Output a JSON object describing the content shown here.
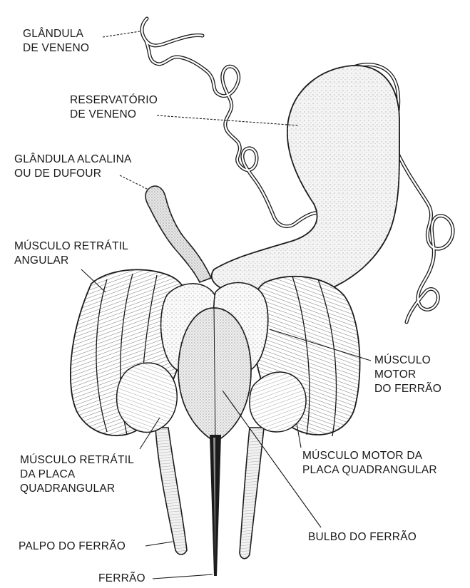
{
  "labels": {
    "glandula_veneno": [
      "GLÂNDULA",
      "DE VENENO"
    ],
    "reservatorio": [
      "RESERVATÓRIO",
      "DE VENENO"
    ],
    "glandula_alcalina": [
      "GLÂNDULA ALCALINA",
      "OU DE DUFOUR"
    ],
    "musculo_retratil_angular": [
      "MÚSCULO RETRÁTIL",
      "ANGULAR"
    ],
    "musculo_motor_ferrao": [
      "MÚSCULO",
      "MOTOR",
      "DO FERRÃO"
    ],
    "musculo_retratil_placa": [
      "MÚSCULO RETRÁTIL",
      "DA PLACA",
      "QUADRANGULAR"
    ],
    "musculo_motor_placa": [
      "MÚSCULO MOTOR DA",
      "PLACA QUADRANGULAR"
    ],
    "bulbo": [
      "BULBO DO FERRÃO"
    ],
    "palpo": [
      "PALPO DO FERRÃO"
    ],
    "ferrao": [
      "FERRÃO"
    ]
  },
  "colors": {
    "ink": "#1a1a1a",
    "fill": "#ededed",
    "stipple": "#9a9a9a"
  }
}
